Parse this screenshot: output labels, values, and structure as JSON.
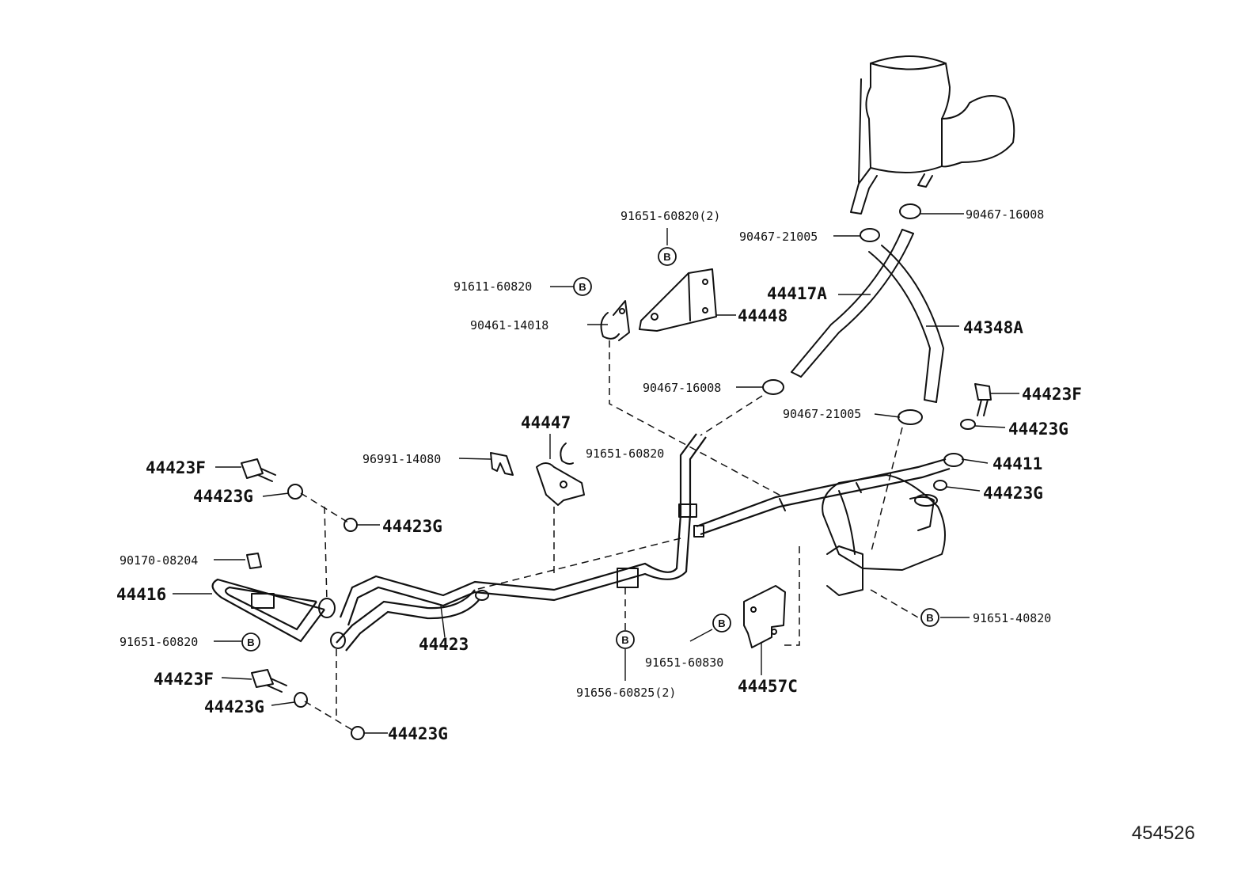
{
  "labels": {
    "l_91651_60820_2": "91651-60820(2)",
    "l_90467_16008_top": "90467-16008",
    "l_90467_21005_top": "90467-21005",
    "l_91611_60820": "91611-60820",
    "l_44417A": "44417A",
    "l_44448": "44448",
    "l_44348A": "44348A",
    "l_90461_14018": "90461-14018",
    "l_90467_16008_mid": "90467-16008",
    "l_44423F_right": "44423F",
    "l_90467_21005_mid": "90467-21005",
    "l_44423G_right1": "44423G",
    "l_44447": "44447",
    "l_96991_14080": "96991-14080",
    "l_91651_60820_mid": "91651-60820",
    "l_44411": "44411",
    "l_44423F_left1": "44423F",
    "l_44423G_right2": "44423G",
    "l_44423G_left1": "44423G",
    "l_44423G_left2": "44423G",
    "l_90170_08204": "90170-08204",
    "l_44416": "44416",
    "l_91651_40820": "91651-40820",
    "l_91651_60820_left": "91651-60820",
    "l_44423": "44423",
    "l_91651_60830": "91651-60830",
    "l_44423F_left2": "44423F",
    "l_44457C": "44457C",
    "l_44423G_left3": "44423G",
    "l_91656_60825_2": "91656-60825(2)",
    "l_44423G_left4": "44423G"
  },
  "bolt_marker": "B",
  "reference_number": "454526"
}
